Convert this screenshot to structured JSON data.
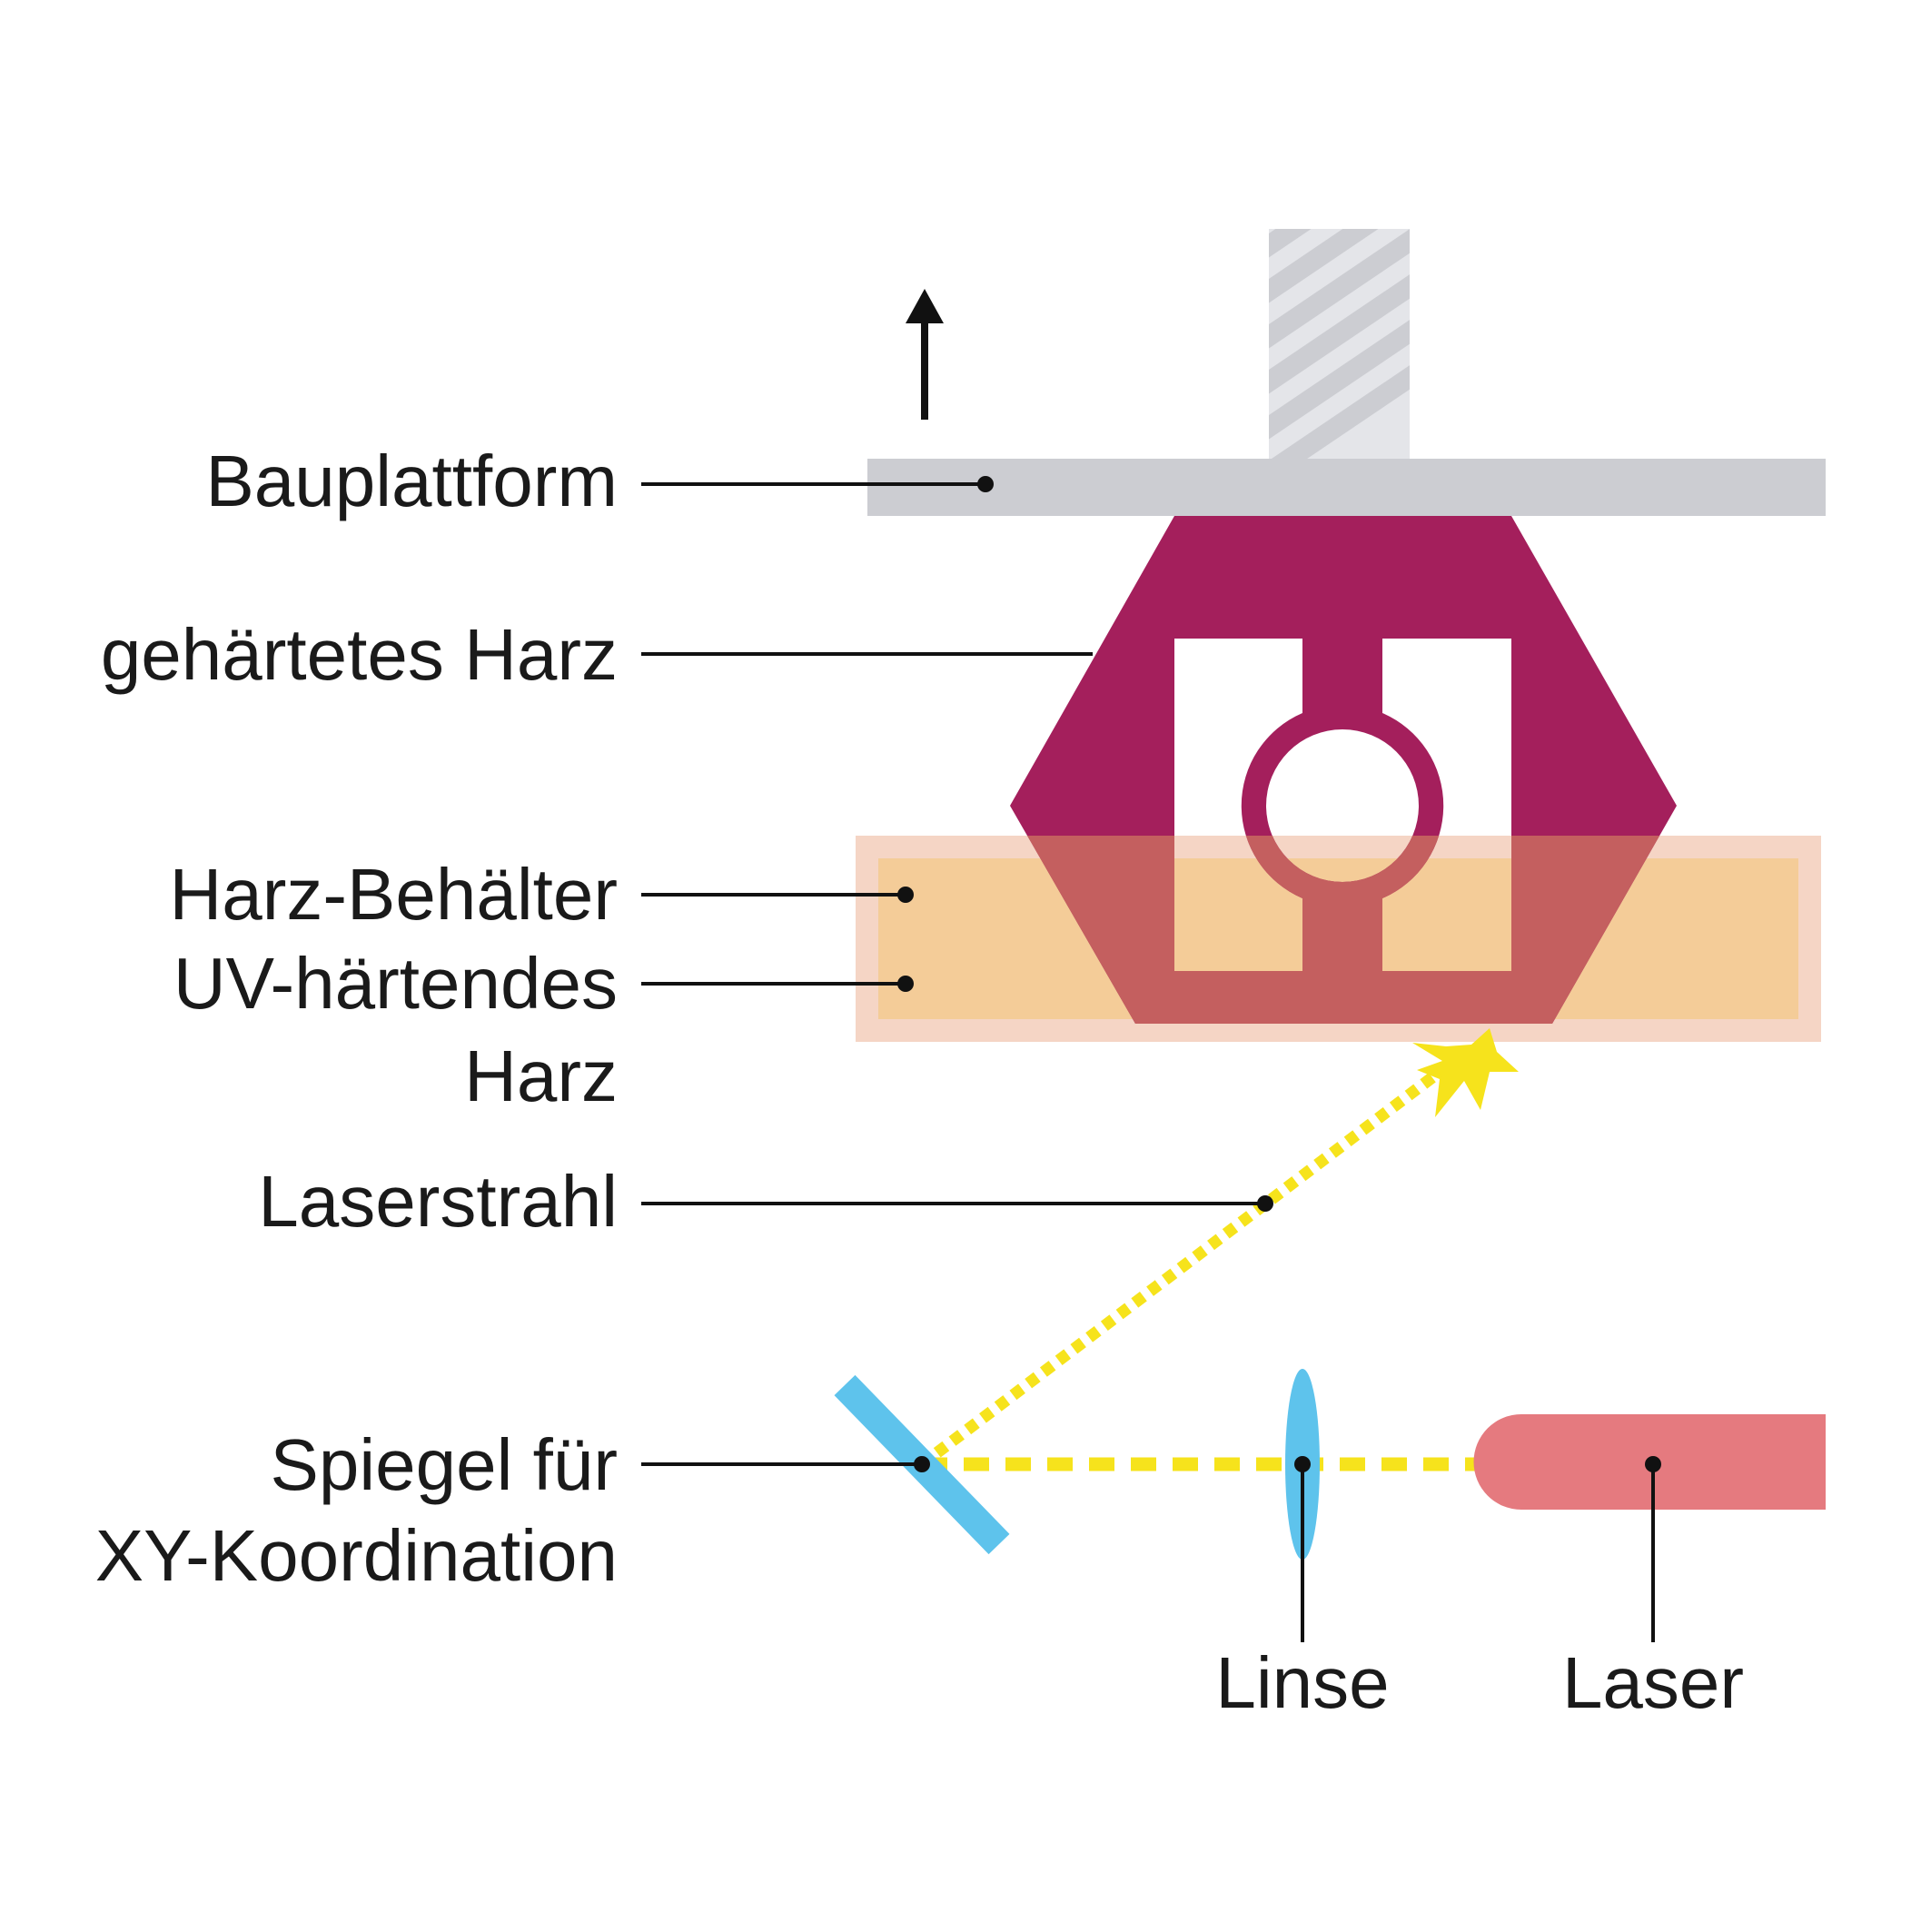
{
  "labels": {
    "bauplattform": "Bauplattform",
    "gehaertetes_harz": "gehärtetes Harz",
    "harz_behaelter": "Harz-Behälter",
    "uv_haertendes_line1": "UV-härtendes",
    "uv_haertendes_line2": "Harz",
    "laserstrahl": "Laserstrahl",
    "spiegel_line1": "Spiegel für",
    "spiegel_line2": "XY-Koordination",
    "linse": "Linse",
    "laser": "Laser"
  },
  "colors": {
    "platform": "#cccdd2",
    "screw_bg": "#e4e5e9",
    "screw_thread": "#cccdd2",
    "cured_resin": "#a41f5c",
    "vat_outer": "#f5d5c5",
    "vat_inner": "#f4cc98",
    "resin_overlay": "#c45f5f",
    "beam": "#f6e31c",
    "optics": "#5ec3ec",
    "laser_body": "#e57a7f",
    "leader": "#111111"
  },
  "icons": {
    "arrow": "up-arrow-icon",
    "screw": "threaded-rod-icon",
    "flash": "laser-spot-flash-icon"
  }
}
